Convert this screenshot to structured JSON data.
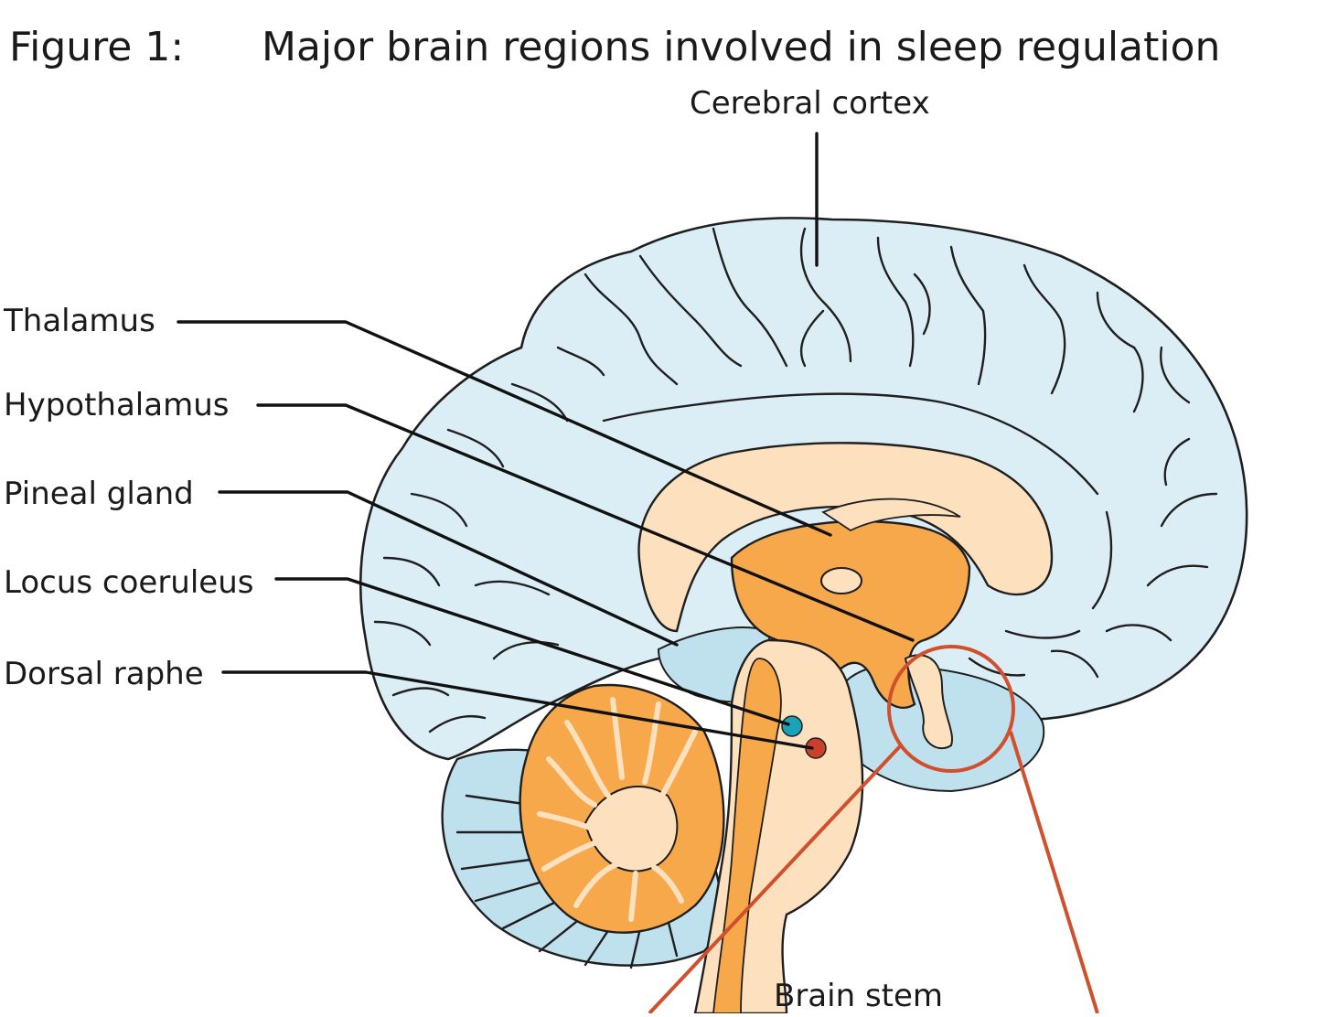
{
  "figure": {
    "number_label": "Figure 1:",
    "title": "Major brain regions involved in sleep regulation"
  },
  "labels": {
    "cerebral_cortex": "Cerebral cortex",
    "thalamus": "Thalamus",
    "hypothalamus": "Hypothalamus",
    "pineal_gland": "Pineal gland",
    "locus_coeruleus": "Locus coeruleus",
    "dorsal_raphe": "Dorsal raphe",
    "brain_stem": "Brain stem"
  },
  "colors": {
    "cortex": "#dbeef6",
    "outline": "#1f1f1f",
    "inner_blue": "#bfe1ee",
    "light_orange": "#fde1bf",
    "orange": "#f7a84a",
    "teal_dot": "#1aa3b8",
    "red_dot": "#c9412a",
    "zoom_circle": "#d0502e"
  }
}
